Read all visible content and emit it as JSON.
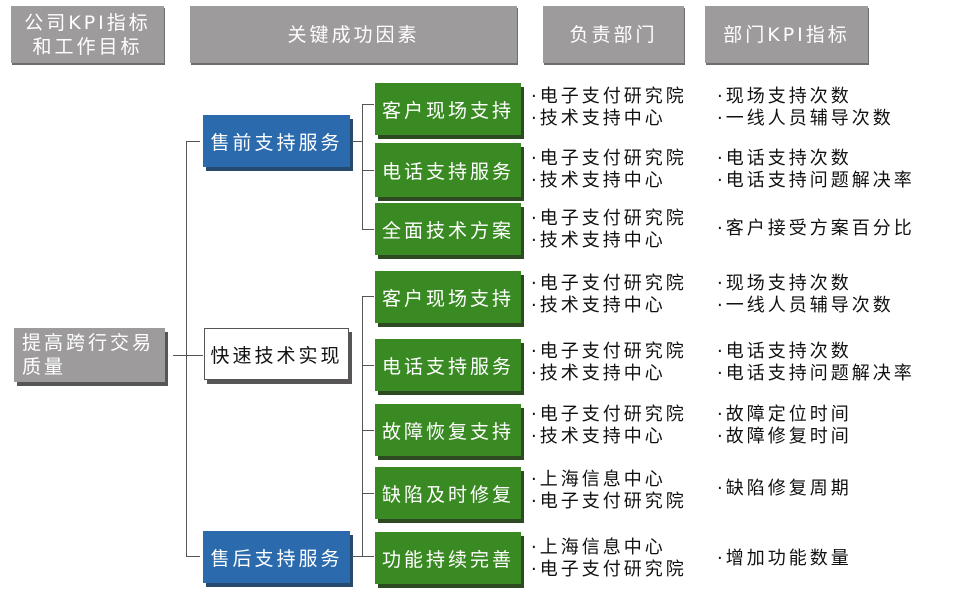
{
  "headers": {
    "col1": "公司KPI指标\n和工作目标",
    "col1_line1": "公司KPI指标",
    "col1_line2": "和工作目标",
    "col2": "关键成功因素",
    "col3": "负责部门",
    "col4": "部门KPI指标"
  },
  "root": {
    "line1": "提高跨行交易",
    "line2": "质量"
  },
  "level2": [
    {
      "label": "售前支持服务",
      "style": "blue"
    },
    {
      "label": "快速技术实现",
      "style": "white"
    },
    {
      "label": "售后支持服务",
      "style": "blue"
    }
  ],
  "factors": [
    {
      "label": "客户现场支持",
      "group": "售前支持服务",
      "depts": [
        "·电子支付研究院",
        "·技术支持中心"
      ],
      "kpis": [
        "·现场支持次数",
        "·一线人员辅导次数"
      ]
    },
    {
      "label": "电话支持服务",
      "group": "售前支持服务",
      "depts": [
        "·电子支付研究院",
        "·技术支持中心"
      ],
      "kpis": [
        "·电话支持次数",
        "·电话支持问题解决率"
      ]
    },
    {
      "label": "全面技术方案",
      "group": "售前支持服务",
      "depts": [
        "·电子支付研究院",
        "·技术支持中心"
      ],
      "kpis": [
        "·客户接受方案百分比"
      ]
    },
    {
      "label": "客户现场支持",
      "group": "售后支持服务",
      "depts": [
        "·电子支付研究院",
        "·技术支持中心"
      ],
      "kpis": [
        "·现场支持次数",
        "·一线人员辅导次数"
      ]
    },
    {
      "label": "电话支持服务",
      "group": "售后支持服务",
      "depts": [
        "·电子支付研究院",
        "·技术支持中心"
      ],
      "kpis": [
        "·电话支持次数",
        "·电话支持问题解决率"
      ]
    },
    {
      "label": "故障恢复支持",
      "group": "售后支持服务",
      "depts": [
        "·电子支付研究院",
        "·技术支持中心"
      ],
      "kpis": [
        "·故障定位时间",
        "·故障修复时间"
      ]
    },
    {
      "label": "缺陷及时修复",
      "group": "售后支持服务",
      "depts": [
        "·上海信息中心",
        "·电子支付研究院"
      ],
      "kpis": [
        "·缺陷修复周期"
      ]
    },
    {
      "label": "功能持续完善",
      "group": "售后支持服务",
      "depts": [
        "·上海信息中心",
        "·电子支付研究院"
      ],
      "kpis": [
        "·增加功能数量"
      ]
    }
  ],
  "colors": {
    "header_gray": "#9e9b9c",
    "blue": "#2a6aad",
    "green": "#3a8a23",
    "line": "#555555"
  }
}
